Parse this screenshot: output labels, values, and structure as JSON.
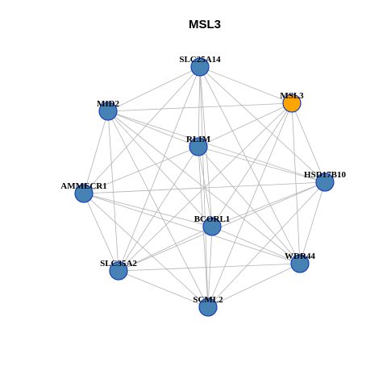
{
  "title": "MSL3",
  "colors": {
    "default_node": "#4682b4",
    "highlight_node": "#ffa500",
    "node_border": "#1a3fbf",
    "edge": "#b3b3b3"
  },
  "nodes": [
    {
      "id": "SLC25A14",
      "label": "SLC25A14",
      "highlight": false
    },
    {
      "id": "MSL3",
      "label": "MSL3",
      "highlight": true
    },
    {
      "id": "MID2",
      "label": "MID2",
      "highlight": false
    },
    {
      "id": "RLIM",
      "label": "RLIM",
      "highlight": false
    },
    {
      "id": "HSD17B10",
      "label": "HSD17B10",
      "highlight": false
    },
    {
      "id": "AMMECR1",
      "label": "AMMECR1",
      "highlight": false
    },
    {
      "id": "BCORL1",
      "label": "BCORL1",
      "highlight": false
    },
    {
      "id": "SLC35A2",
      "label": "SLC35A2",
      "highlight": false
    },
    {
      "id": "WDR44",
      "label": "WDR44",
      "highlight": false
    },
    {
      "id": "SCML2",
      "label": "SCML2",
      "highlight": false
    }
  ],
  "edges": [
    [
      "SLC25A14",
      "MSL3"
    ],
    [
      "SLC25A14",
      "MID2"
    ],
    [
      "SLC25A14",
      "RLIM"
    ],
    [
      "SLC25A14",
      "HSD17B10"
    ],
    [
      "SLC25A14",
      "AMMECR1"
    ],
    [
      "SLC25A14",
      "BCORL1"
    ],
    [
      "SLC25A14",
      "SLC35A2"
    ],
    [
      "SLC25A14",
      "WDR44"
    ],
    [
      "SLC25A14",
      "SCML2"
    ],
    [
      "MSL3",
      "MID2"
    ],
    [
      "MSL3",
      "RLIM"
    ],
    [
      "MSL3",
      "HSD17B10"
    ],
    [
      "MSL3",
      "BCORL1"
    ],
    [
      "MSL3",
      "SLC35A2"
    ],
    [
      "MSL3",
      "WDR44"
    ],
    [
      "MSL3",
      "SCML2"
    ],
    [
      "MID2",
      "RLIM"
    ],
    [
      "MID2",
      "HSD17B10"
    ],
    [
      "MID2",
      "AMMECR1"
    ],
    [
      "MID2",
      "BCORL1"
    ],
    [
      "MID2",
      "SLC35A2"
    ],
    [
      "MID2",
      "WDR44"
    ],
    [
      "MID2",
      "SCML2"
    ],
    [
      "RLIM",
      "HSD17B10"
    ],
    [
      "RLIM",
      "AMMECR1"
    ],
    [
      "RLIM",
      "BCORL1"
    ],
    [
      "RLIM",
      "SLC35A2"
    ],
    [
      "RLIM",
      "WDR44"
    ],
    [
      "RLIM",
      "SCML2"
    ],
    [
      "HSD17B10",
      "AMMECR1"
    ],
    [
      "HSD17B10",
      "BCORL1"
    ],
    [
      "HSD17B10",
      "SLC35A2"
    ],
    [
      "HSD17B10",
      "WDR44"
    ],
    [
      "HSD17B10",
      "SCML2"
    ],
    [
      "AMMECR1",
      "BCORL1"
    ],
    [
      "AMMECR1",
      "SLC35A2"
    ],
    [
      "AMMECR1",
      "WDR44"
    ],
    [
      "AMMECR1",
      "SCML2"
    ],
    [
      "BCORL1",
      "SLC35A2"
    ],
    [
      "BCORL1",
      "WDR44"
    ],
    [
      "BCORL1",
      "SCML2"
    ],
    [
      "SLC35A2",
      "WDR44"
    ],
    [
      "SLC35A2",
      "SCML2"
    ],
    [
      "WDR44",
      "SCML2"
    ]
  ]
}
